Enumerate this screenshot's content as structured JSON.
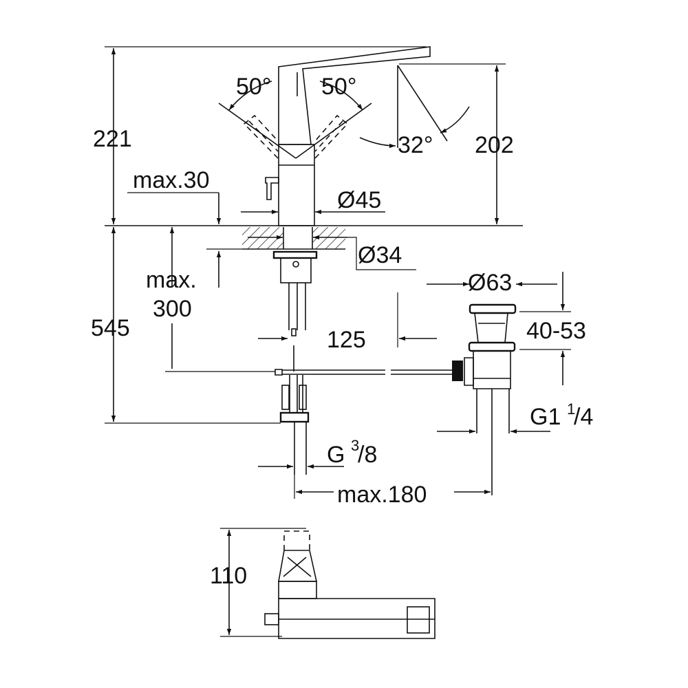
{
  "labels": {
    "height_total": "221",
    "angle_left": "50°",
    "angle_right": "50°",
    "angle_spout": "32°",
    "height_spout": "202",
    "max_counter": "max.30",
    "dia_body": "Ø45",
    "dia_hole": "Ø34",
    "max_hose_a": "max.",
    "max_hose_b": "300",
    "depth_total": "545",
    "offset_125": "125",
    "dia_waste": "Ø63",
    "waste_range": "40-53",
    "thread_waste_main": "G1",
    "thread_waste_num": "1",
    "thread_waste_den": "/4",
    "thread_supply_main": "G",
    "thread_supply_num": "3",
    "thread_supply_den": "/8",
    "max_180": "max.180",
    "height_top": "110"
  }
}
